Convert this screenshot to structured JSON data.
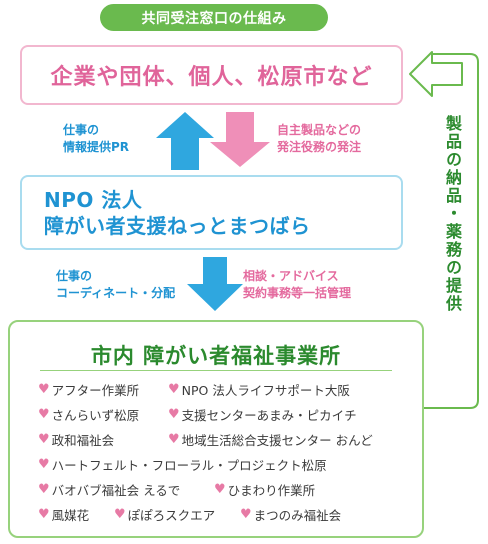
{
  "title": "共同受注窓口の仕組み",
  "top_box": {
    "label": "企業や団体、個人、松原市など"
  },
  "mid_box": {
    "line1": "NPO 法人",
    "line2": "障がい者支援ねっとまつばら"
  },
  "bottom_box": {
    "heading": "市内  障がい者福祉事業所",
    "members": [
      "アフター作業所",
      "NPO 法人ライフサポート大阪",
      "さんらいず松原",
      "支援センターあまみ・ピカイチ",
      "政和福祉会",
      "地域生活総合支援センター おんど",
      "ハートフェルト・フローラル・プロジェクト松原",
      "バオバブ福祉会 えるで",
      "ひまわり作業所",
      "風媒花",
      "ぽぽろスクエア",
      "まつのみ福祉会"
    ]
  },
  "labels": {
    "up_line1": "仕事の",
    "up_line2": "情報提供PR",
    "down_line1": "自主製品などの",
    "down_line2": "発注役務の発注",
    "lower_left_line1": "仕事の",
    "lower_left_line2": "コーディネート・分配",
    "lower_right_line1": "相談・アドバイス",
    "lower_right_line2": "契約事務等一括管理"
  },
  "side_label": "製品の納品・薬務の提供",
  "colors": {
    "green": "#6aba4e",
    "pink": "#e46a9e",
    "blue": "#1f93d2",
    "dark_green": "#2b8a2e",
    "light_blue_arrow": "#2fa7df",
    "pink_arrow": "#ef8fb8"
  }
}
